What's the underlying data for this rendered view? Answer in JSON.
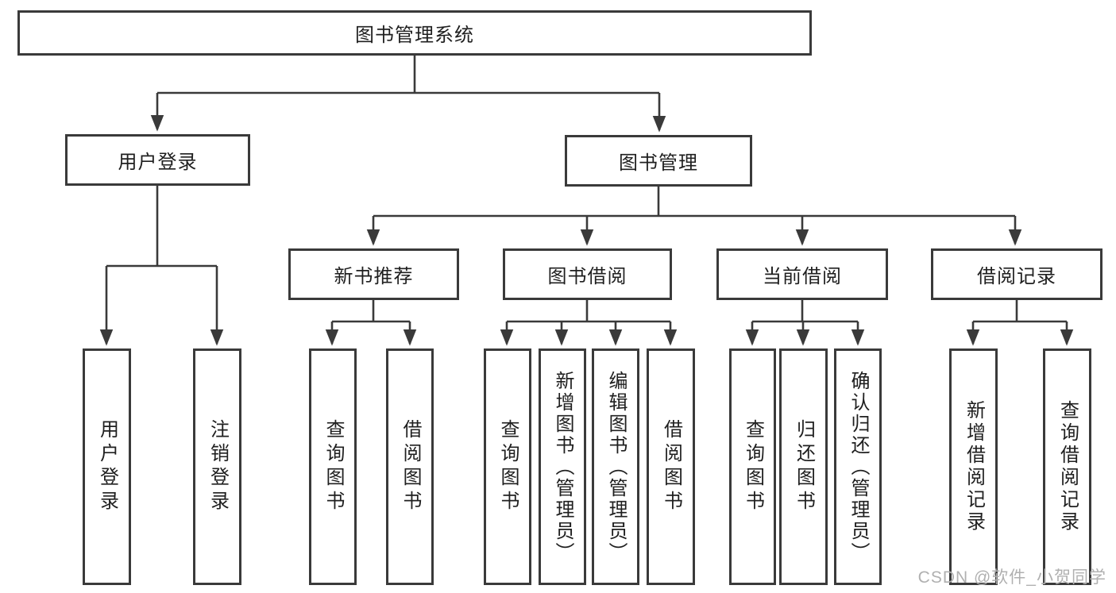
{
  "diagram": {
    "title_node": "图书管理系统",
    "level2": [
      {
        "label": "用户登录"
      },
      {
        "label": "图书管理"
      }
    ],
    "level3": [
      {
        "label": "新书推荐"
      },
      {
        "label": "图书借阅"
      },
      {
        "label": "当前借阅"
      },
      {
        "label": "借阅记录"
      }
    ],
    "leaves": [
      {
        "parent": "用户登录",
        "label": "用户登录"
      },
      {
        "parent": "用户登录",
        "label": "注销登录"
      },
      {
        "parent": "新书推荐",
        "label": "查询图书"
      },
      {
        "parent": "新书推荐",
        "label": "借阅图书"
      },
      {
        "parent": "图书借阅",
        "label": "查询图书"
      },
      {
        "parent": "图书借阅",
        "label": "新增图书（管理员）"
      },
      {
        "parent": "图书借阅",
        "label": "编辑图书（管理员）"
      },
      {
        "parent": "图书借阅",
        "label": "借阅图书"
      },
      {
        "parent": "当前借阅",
        "label": "查询图书"
      },
      {
        "parent": "当前借阅",
        "label": "归还图书"
      },
      {
        "parent": "当前借阅",
        "label": "确认归还（管理员）"
      },
      {
        "parent": "借阅记录",
        "label": "新增借阅记录"
      },
      {
        "parent": "借阅记录",
        "label": "查询借阅记录"
      }
    ],
    "watermark": "CSDN @软件_小贺同学",
    "colors": {
      "line": "#3a3a3a",
      "text": "#1f1f1f",
      "watermark": "#b0b0b0",
      "background": "#ffffff"
    }
  }
}
